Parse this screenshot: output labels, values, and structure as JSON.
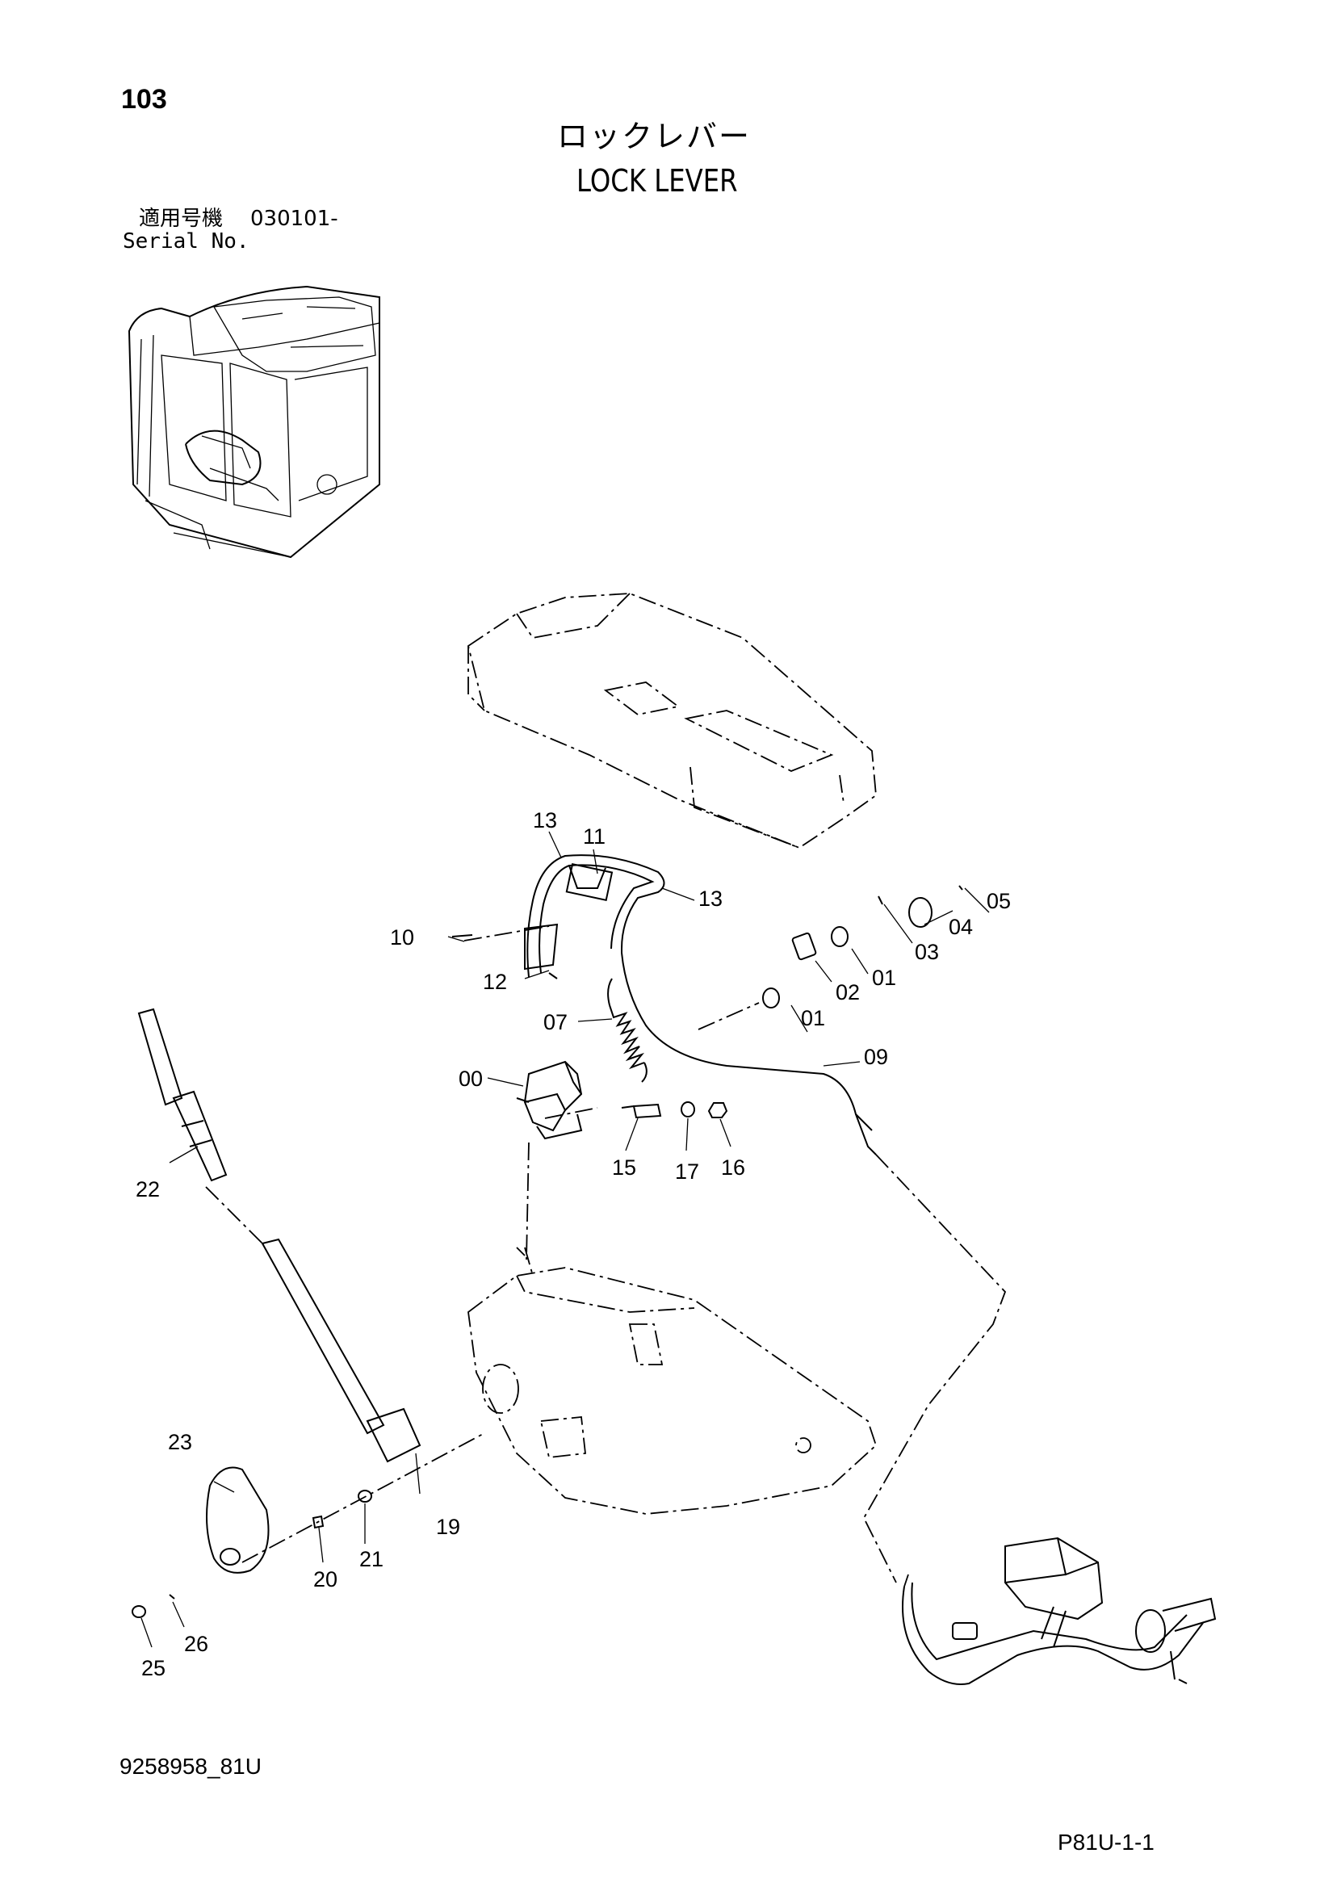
{
  "header": {
    "page_number": "103",
    "title_jp": "ロックレバー",
    "title_en": "LOCK LEVER",
    "serial_label_jp": "適用号機",
    "serial_value": "030101-",
    "serial_label_en": "Serial No."
  },
  "footer": {
    "doc_code": "9258958_81U",
    "page_code": "P81U-1-1"
  },
  "callouts": {
    "c00": "00",
    "c01a": "01",
    "c01b": "01",
    "c02": "02",
    "c03": "03",
    "c04": "04",
    "c05": "05",
    "c07": "07",
    "c09": "09",
    "c10": "10",
    "c11": "11",
    "c12": "12",
    "c13a": "13",
    "c13b": "13",
    "c15": "15",
    "c16": "16",
    "c17": "17",
    "c19": "19",
    "c20": "20",
    "c21": "21",
    "c22": "22",
    "c23": "23",
    "c25": "25",
    "c26": "26"
  }
}
